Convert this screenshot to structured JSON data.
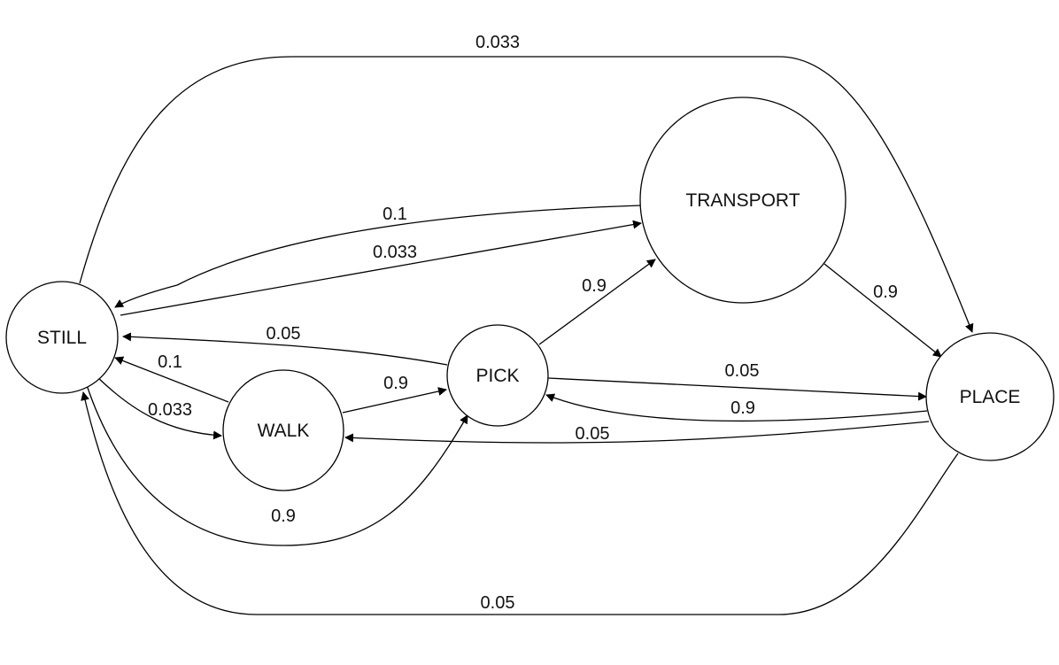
{
  "nodes": {
    "still": "STILL",
    "walk": "WALK",
    "pick": "PICK",
    "transport": "TRANSPORT",
    "place": "PLACE"
  },
  "edges": {
    "still_to_place": {
      "from": "STILL",
      "to": "PLACE",
      "prob": "0.033"
    },
    "transport_to_still": {
      "from": "TRANSPORT",
      "to": "STILL",
      "prob": "0.1"
    },
    "still_to_transport": {
      "from": "STILL",
      "to": "TRANSPORT",
      "prob": "0.033"
    },
    "pick_to_transport": {
      "from": "PICK",
      "to": "TRANSPORT",
      "prob": "0.9"
    },
    "transport_to_place": {
      "from": "TRANSPORT",
      "to": "PLACE",
      "prob": "0.9"
    },
    "pick_to_still": {
      "from": "PICK",
      "to": "STILL",
      "prob": "0.05"
    },
    "walk_to_still": {
      "from": "WALK",
      "to": "STILL",
      "prob": "0.1"
    },
    "walk_to_pick": {
      "from": "WALK",
      "to": "PICK",
      "prob": "0.9"
    },
    "pick_to_place": {
      "from": "PICK",
      "to": "PLACE",
      "prob": "0.05"
    },
    "still_to_walk": {
      "from": "STILL",
      "to": "WALK",
      "prob": "0.033"
    },
    "place_to_pick": {
      "from": "PLACE",
      "to": "PICK",
      "prob": "0.9"
    },
    "place_to_walk": {
      "from": "PLACE",
      "to": "WALK",
      "prob": "0.05"
    },
    "still_to_pick": {
      "from": "STILL",
      "to": "PICK",
      "prob": "0.9"
    },
    "place_to_still": {
      "from": "PLACE",
      "to": "STILL",
      "prob": "0.05"
    }
  }
}
